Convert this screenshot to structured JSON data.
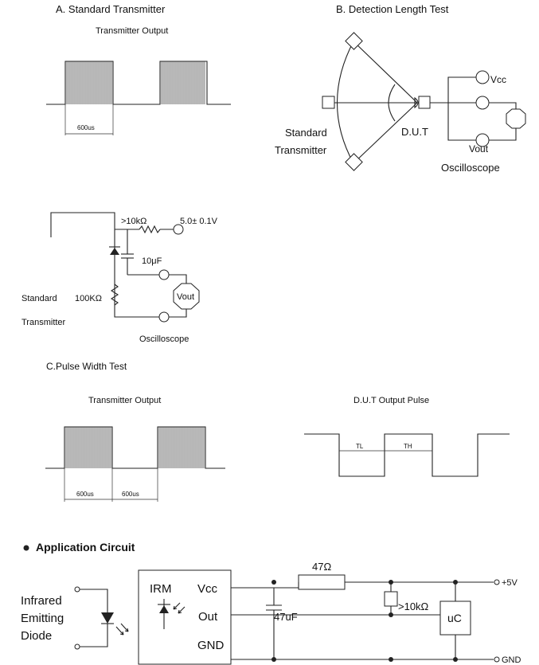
{
  "section_a": {
    "title": "A.   Standard Transmitter",
    "output_label": "Transmitter Output",
    "dim_label": "600us"
  },
  "section_b": {
    "title": "B.   Detection Length Test",
    "vcc": "Vcc",
    "dut": "D.U.T",
    "vout": "Vout",
    "standard": "Standard",
    "transmitter": "Transmitter",
    "oscilloscope": "Oscilloscope"
  },
  "circuit": {
    "resistor_label": ">10kΩ",
    "voltage_label": "5.0± 0.1V",
    "cap_label": "10μF",
    "standard": "Standard",
    "r_label": "100KΩ",
    "transmitter": "Transmitter",
    "vout": "Vout",
    "oscilloscope": "Oscilloscope"
  },
  "section_c": {
    "title": "C.Pulse Width Test",
    "output_label": "Transmitter Output",
    "dim1": "600us",
    "dim2": "600us",
    "dut_label": "D.U.T Output Pulse",
    "tl": "TL",
    "th": "TH"
  },
  "application": {
    "title": "Application Circuit",
    "emitter": [
      "Infrared",
      "Emitting",
      "Diode"
    ],
    "irm": "IRM",
    "vcc": "Vcc",
    "out": "Out",
    "gnd": "GND",
    "r47": "47Ω",
    "cap": "47uF",
    "pullup": ">10kΩ",
    "uc": "uC",
    "plus5v": "+5V",
    "gnd_rail": "GND"
  }
}
